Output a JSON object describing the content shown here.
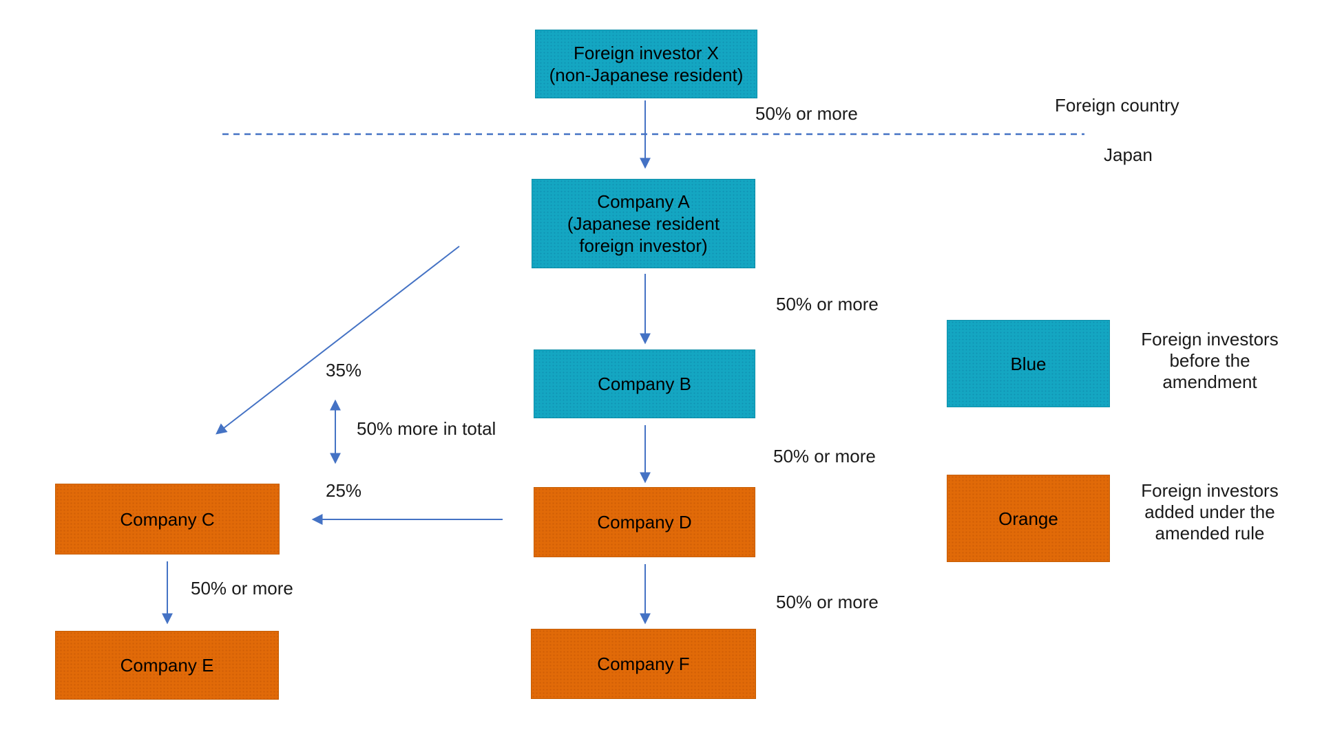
{
  "regions": {
    "foreign_country": "Foreign country",
    "japan": "Japan"
  },
  "nodes": {
    "investor_x": {
      "label": "Foreign investor X",
      "sublabel": "(non-Japanese resident)"
    },
    "company_a": {
      "label": "Company A",
      "sublabel": "(Japanese resident foreign investor)"
    },
    "company_b": {
      "label": "Company B"
    },
    "company_c": {
      "label": "Company C"
    },
    "company_d": {
      "label": "Company D"
    },
    "company_e": {
      "label": "Company E"
    },
    "company_f": {
      "label": "Company F"
    }
  },
  "edge_labels": {
    "x_to_a": "50% or more",
    "a_to_b": "50% or more",
    "b_to_d": "50% or more",
    "d_to_f": "50% or more",
    "c_to_e": "50% or more",
    "a_to_c": "35%",
    "d_to_c": "25%",
    "combined_total": "50% more in total"
  },
  "legend": {
    "blue": {
      "swatch_label": "Blue",
      "description": "Foreign investors before the amendment"
    },
    "orange": {
      "swatch_label": "Orange",
      "description": "Foreign investors added under the amended rule"
    }
  },
  "colors": {
    "blue_fill": "#14A6C2",
    "orange_fill": "#E16A08",
    "arrow": "#4472C4",
    "text": "#1a1a1a"
  }
}
